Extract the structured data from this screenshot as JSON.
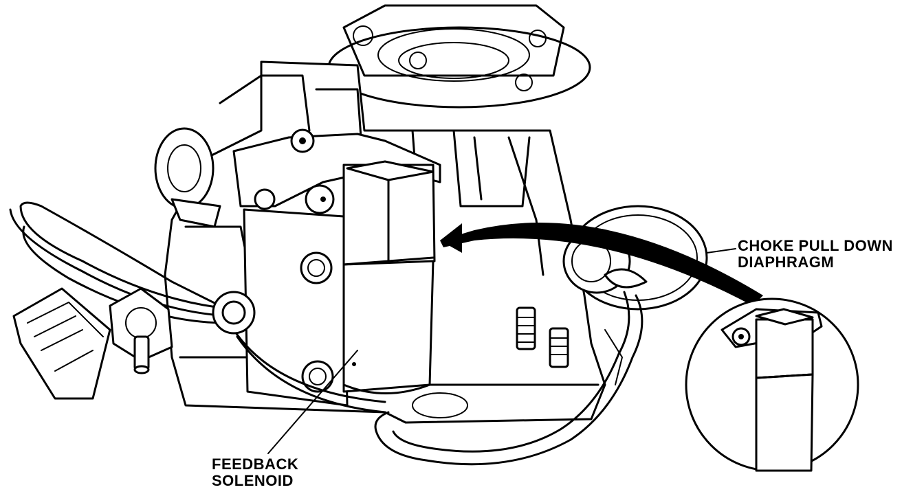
{
  "labels": {
    "choke_line1": "CHOKE PULL DOWN",
    "choke_line2": "DIAPHRAGM",
    "feedback_line1": "FEEDBACK",
    "feedback_line2": "SOLENOID"
  },
  "colors": {
    "ink": "#000000",
    "paper": "#ffffff"
  }
}
